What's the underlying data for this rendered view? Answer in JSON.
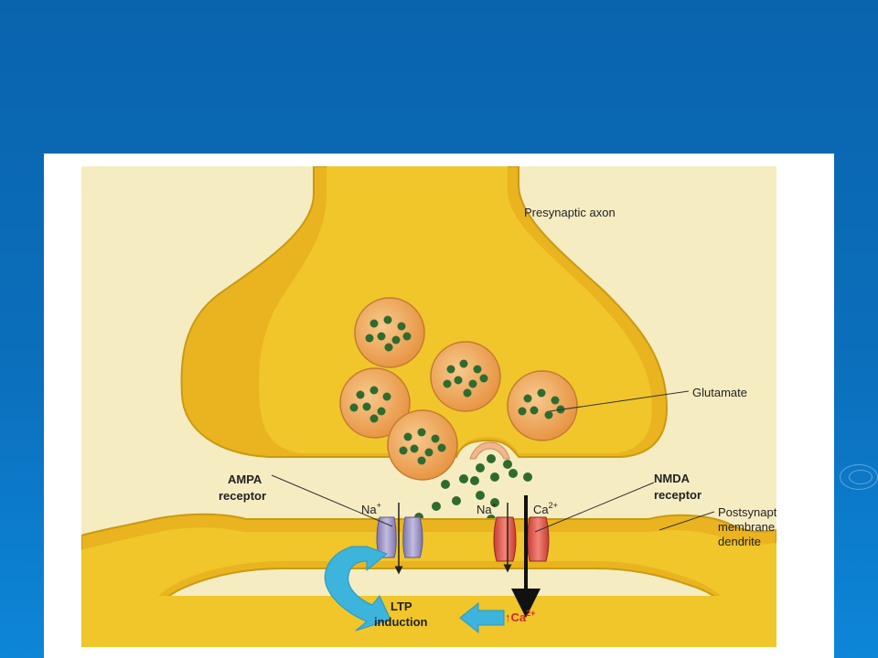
{
  "labels": {
    "presynaptic_axon": "Presynaptic axon",
    "glutamate": "Glutamate",
    "ampa_line1": "AMPA",
    "ampa_line2": "receptor",
    "nmda_line1": "NMDA",
    "nmda_line2": "receptor",
    "postsynaptic_line1": "Postsynaptic",
    "postsynaptic_line2": "membrane of",
    "postsynaptic_line3": "dendrite",
    "ltp_line1": "LTP",
    "ltp_line2": "induction",
    "ion_na": "Na",
    "ion_na_charge": "+",
    "ion_ca": "Ca",
    "ion_ca_charge": "2+",
    "ca_increase_marker": "↑"
  },
  "colors": {
    "cytoplasm": "#f0c62a",
    "membrane": "#e9b41f",
    "membrane_edge": "#c99a12",
    "vesicle": "#f0a85a",
    "glutamate_dot": "#2f6b2f",
    "ampa_channel": "#9a92c4",
    "nmda_channel": "#e2574a",
    "arrow_cyan": "#3cb4dc",
    "ca_text": "#d8262e"
  }
}
